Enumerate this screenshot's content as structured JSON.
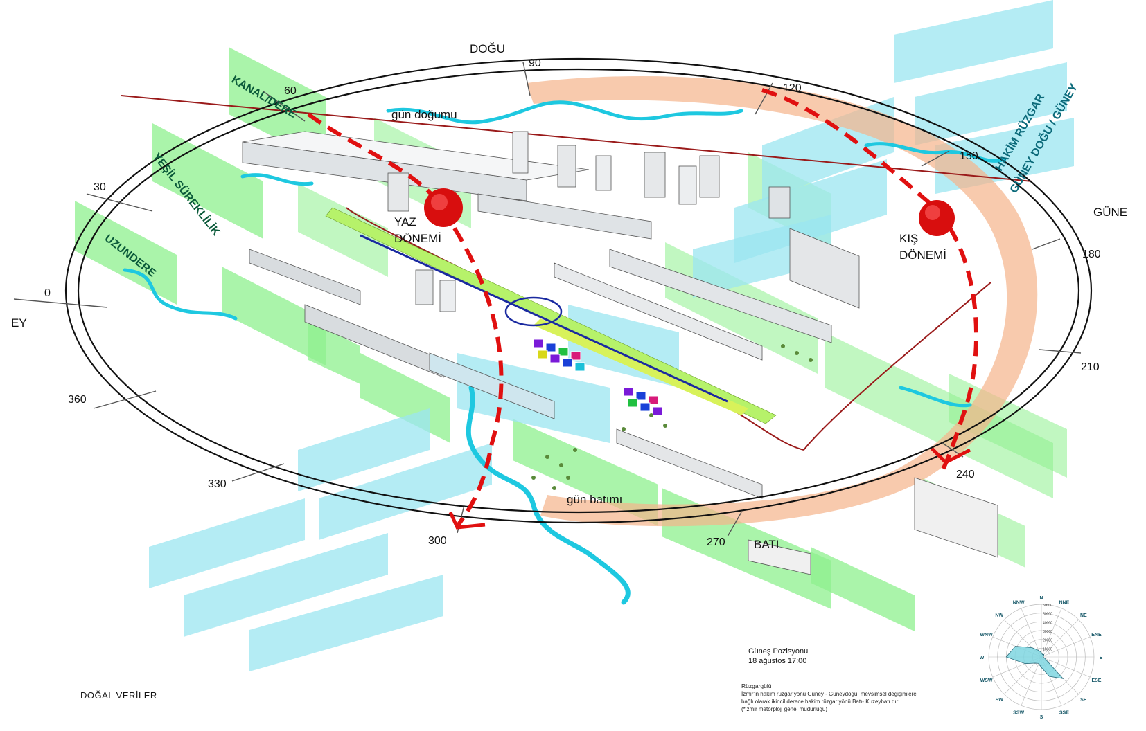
{
  "directions": {
    "north_partial": "EY",
    "east": "DOĞU",
    "south_partial": "GÜNE",
    "west": "BATI"
  },
  "degrees": [
    "0",
    "30",
    "60",
    "90",
    "120",
    "150",
    "180",
    "210",
    "240",
    "270",
    "300",
    "330",
    "360"
  ],
  "sun": {
    "sunrise": "gün doğumu",
    "sunset": "gün batımı",
    "summer_line1": "YAZ",
    "summer_line2": "DÖNEMİ",
    "winter_line1": "KIŞ",
    "winter_line2": "DÖNEMİ"
  },
  "tilted_labels": {
    "canal": "KANAL/DERE",
    "green": "YEŞİL SÜREKLİLİK",
    "uzundere": "UZUNDERE",
    "wind1": "HAKİM RÜZGAR",
    "wind2": "GÜNEY DOĞU / GÜNEY"
  },
  "sun_position": {
    "title": "Güneş Pozisyonu",
    "date": "18  ağustos 17:00"
  },
  "wind_note": {
    "title": "Rüzgargülü",
    "line1": "İzmir'in hakim rüzgar yönü Güney - Güneydoğu, mevsimsel değişimlere",
    "line2": "bağlı olarak ikincil derece hakim rüzgar yönü Batı- Kuzeybatı dır.",
    "line3": "(*izmir metorploji genel müdürlüğü)"
  },
  "page_title": "DOĞAL VERİLER",
  "wind_rose": {
    "directions": [
      "N",
      "NNE",
      "NE",
      "ENE",
      "E",
      "ESE",
      "SE",
      "SSE",
      "S",
      "SSW",
      "SW",
      "WSW",
      "W",
      "WNW",
      "NW",
      "NNW"
    ],
    "rings": [
      "10000",
      "20000",
      "30000",
      "40000",
      "50000",
      "60000"
    ],
    "values": [
      5000,
      3000,
      4000,
      3000,
      2000,
      4000,
      35000,
      24000,
      12000,
      8000,
      10000,
      20000,
      40000,
      32000,
      15000,
      8000
    ],
    "max": 60000,
    "fill": "#7fd6e0"
  },
  "colors": {
    "green_plane": "#8ef08e",
    "cyan_plane": "#9be6f0",
    "sun_path": "#e01010",
    "orange_band": "#f5b48a",
    "water": "#1ec8e0"
  }
}
